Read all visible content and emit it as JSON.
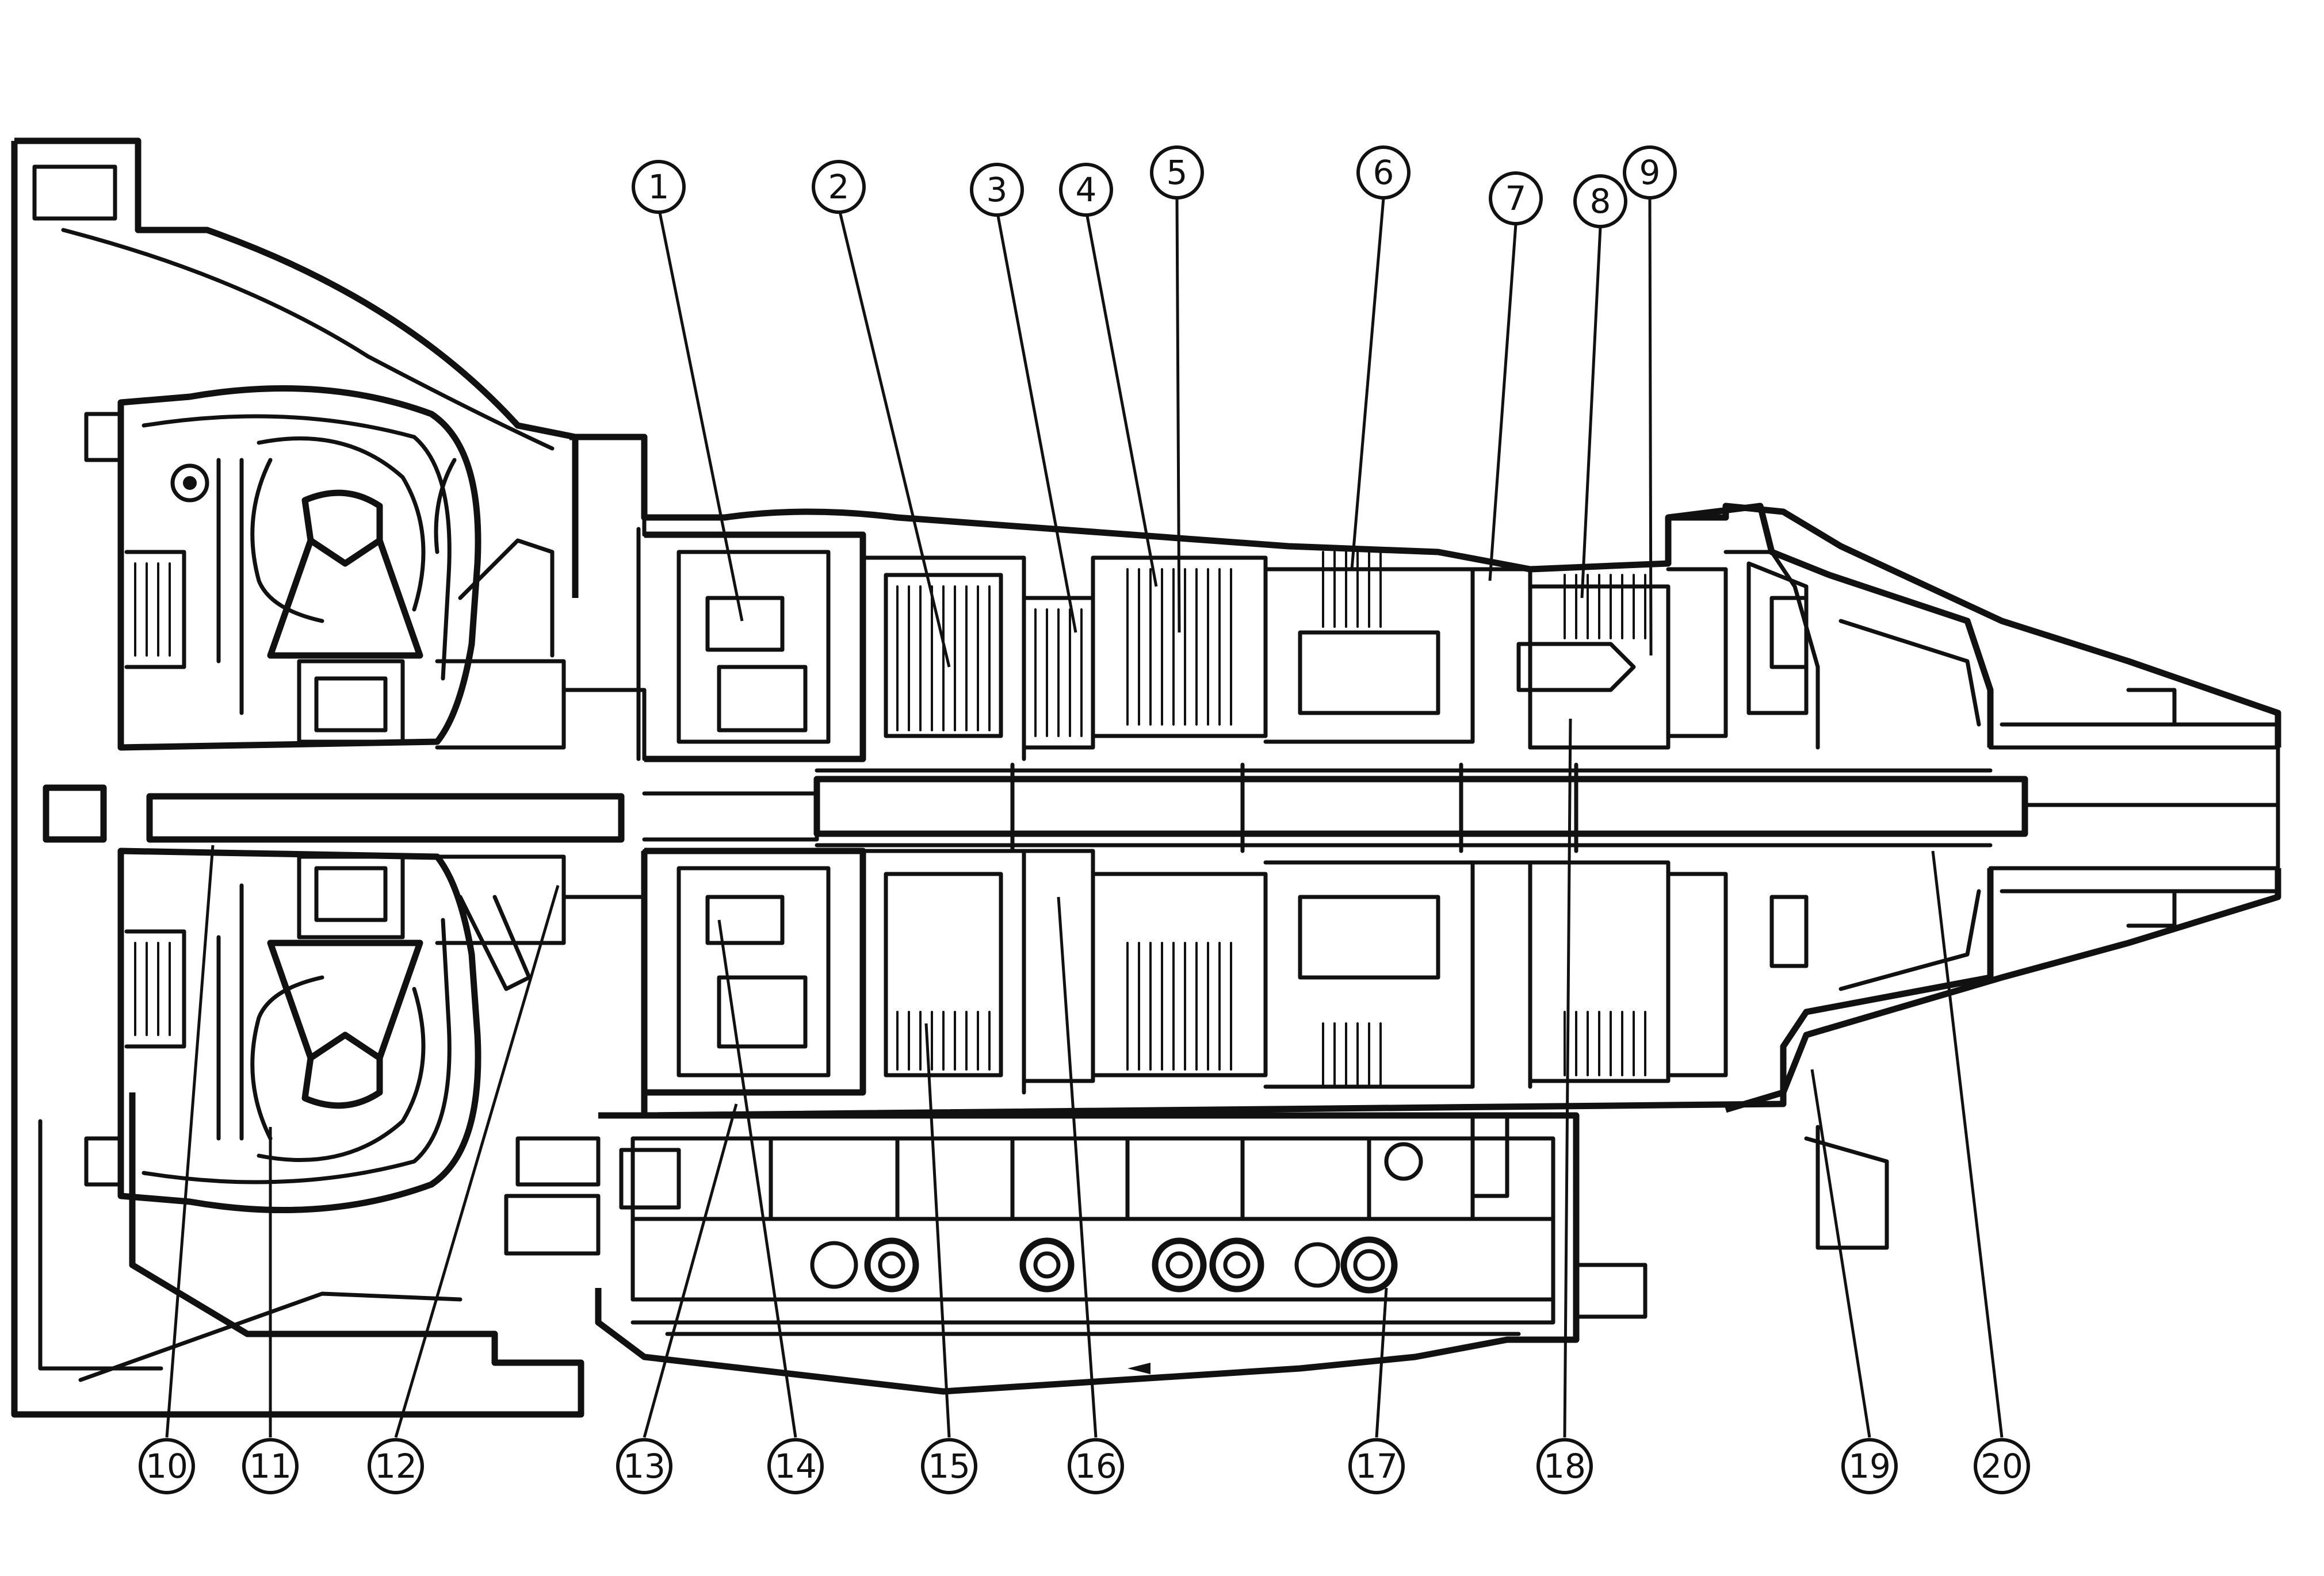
{
  "callouts": [
    {
      "id": 1,
      "label": "1"
    },
    {
      "id": 2,
      "label": "2"
    },
    {
      "id": 3,
      "label": "3"
    },
    {
      "id": 4,
      "label": "4"
    },
    {
      "id": 5,
      "label": "5"
    },
    {
      "id": 6,
      "label": "6"
    },
    {
      "id": 7,
      "label": "7"
    },
    {
      "id": 8,
      "label": "8"
    },
    {
      "id": 9,
      "label": "9"
    },
    {
      "id": 10,
      "label": "10"
    },
    {
      "id": 11,
      "label": "11"
    },
    {
      "id": 12,
      "label": "12"
    },
    {
      "id": 13,
      "label": "13"
    },
    {
      "id": 14,
      "label": "14"
    },
    {
      "id": 15,
      "label": "15"
    },
    {
      "id": 16,
      "label": "16"
    },
    {
      "id": 17,
      "label": "17"
    },
    {
      "id": 18,
      "label": "18"
    },
    {
      "id": 19,
      "label": "19"
    },
    {
      "id": 20,
      "label": "20"
    }
  ]
}
